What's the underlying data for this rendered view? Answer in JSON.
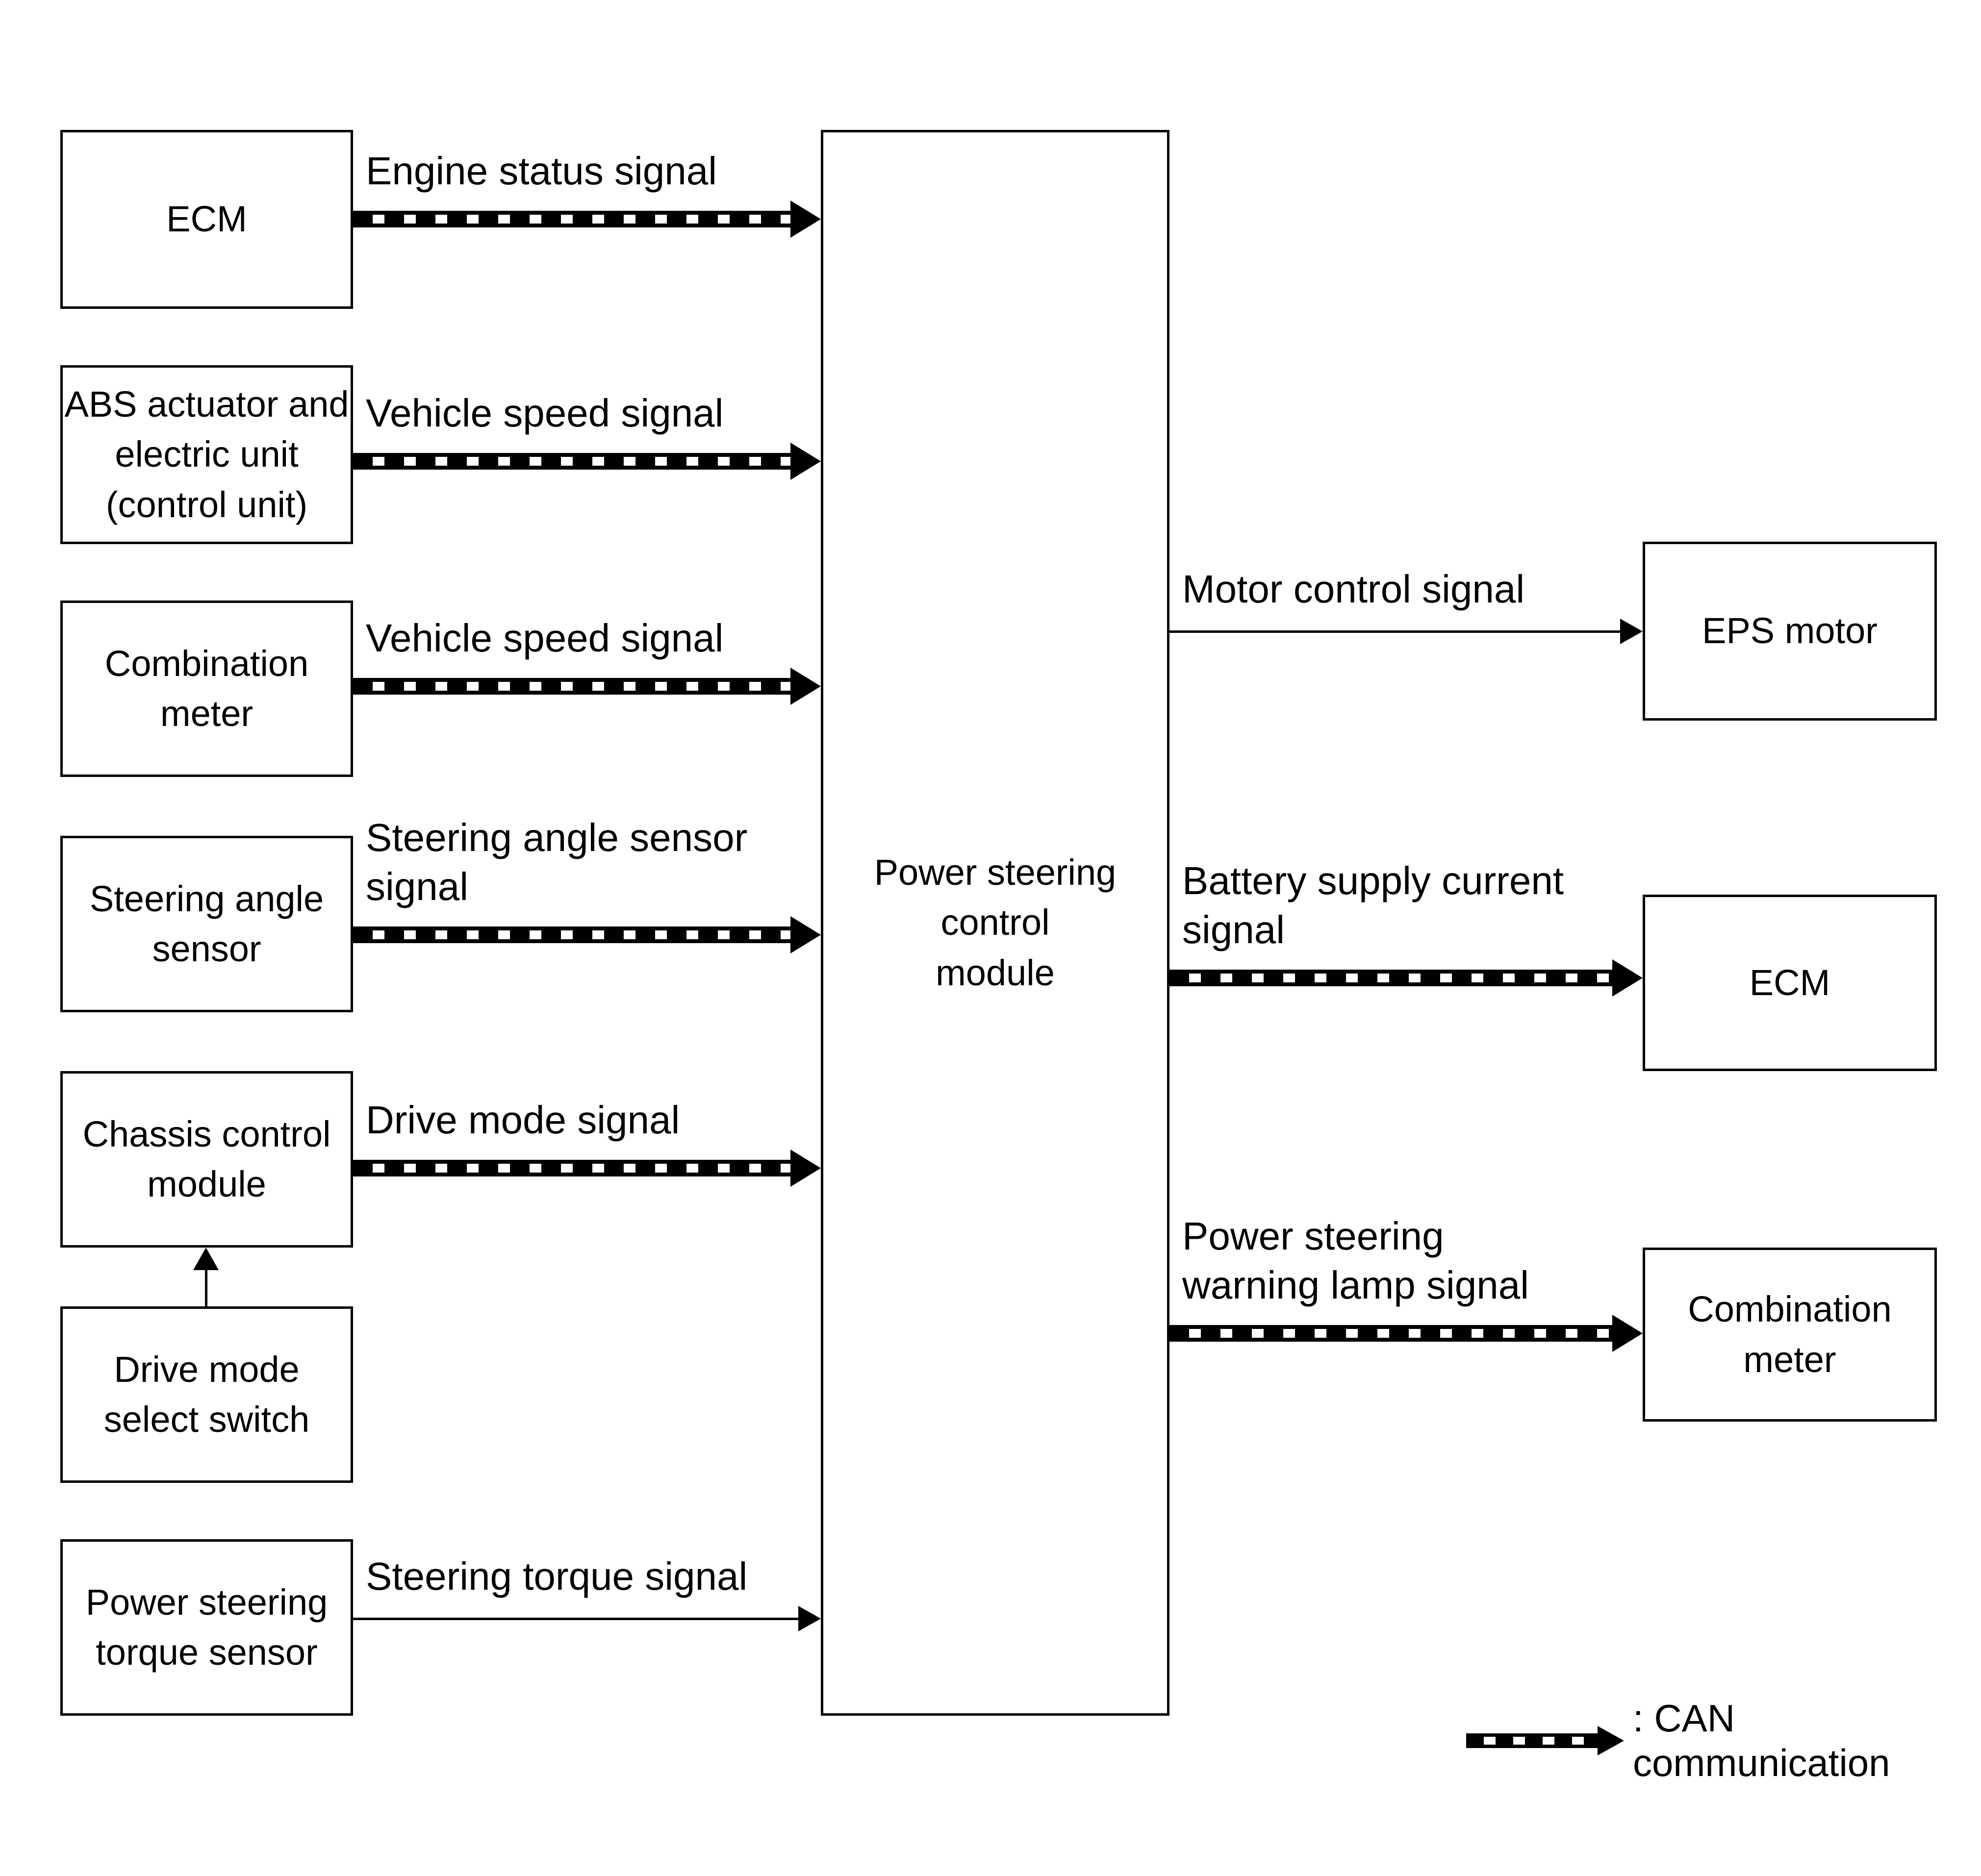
{
  "boxes": {
    "left": [
      {
        "label": "ECM"
      },
      {
        "label": "ABS actuator and\nelectric unit\n(control unit)"
      },
      {
        "label": "Combination meter"
      },
      {
        "label": "Steering angle\nsensor"
      },
      {
        "label": "Chassis control\nmodule"
      },
      {
        "label": "Drive mode\nselect switch"
      },
      {
        "label": "Power steering\ntorque sensor"
      }
    ],
    "center": {
      "label": "Power steering control\nmodule"
    },
    "right": [
      {
        "label": "EPS motor"
      },
      {
        "label": "ECM"
      },
      {
        "label": "Combination meter"
      }
    ]
  },
  "signals": {
    "engine_status": "Engine status signal",
    "vehicle_speed_abs": "Vehicle speed signal",
    "vehicle_speed_cm": "Vehicle speed signal",
    "steering_angle": "Steering angle sensor signal",
    "drive_mode": "Drive mode signal",
    "steering_torque": "Steering torque signal",
    "motor_control": "Motor control signal",
    "battery_supply": "Battery supply current signal",
    "warning_lamp": "Power steering\nwarning lamp signal"
  },
  "legend": {
    "can_label": ": CAN communication"
  },
  "colors": {
    "line": "#000000",
    "background": "#ffffff"
  }
}
